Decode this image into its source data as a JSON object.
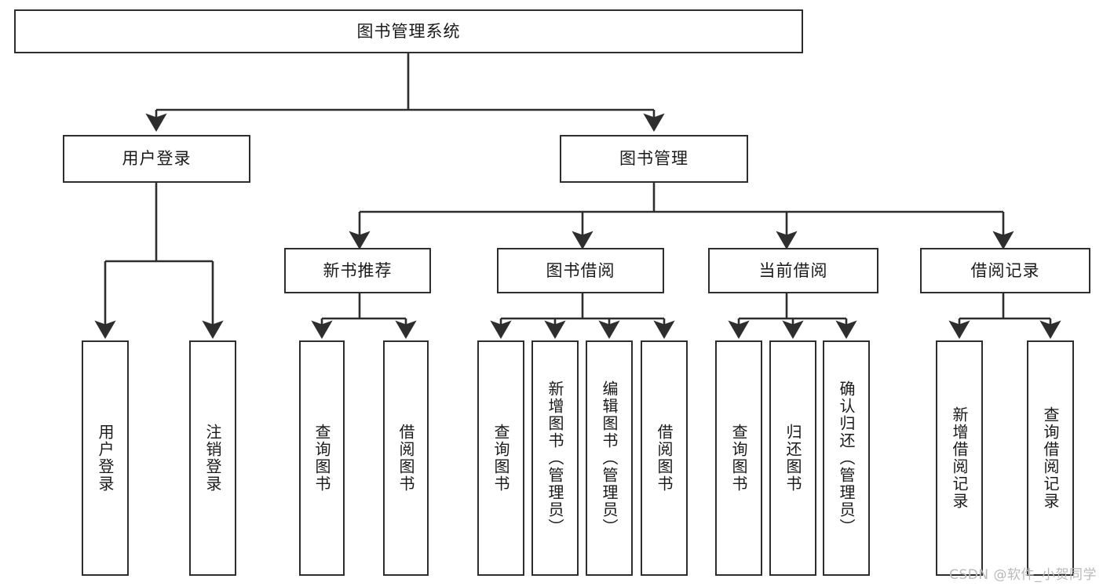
{
  "diagram": {
    "title": "图书管理系统",
    "type": "tree",
    "watermark": "CSDN @软件_小贺同学",
    "colors": {
      "box_border": "#2e2e2e",
      "box_fill": "#ffffff",
      "connector": "#2e2e2e",
      "text": "#1a1a1a",
      "watermark": "#b9b9b9"
    },
    "nodes": {
      "root": {
        "label": "图书管理系统"
      },
      "level2": [
        {
          "id": "user-login",
          "label": "用户登录"
        },
        {
          "id": "book-manage",
          "label": "图书管理"
        }
      ],
      "level3": [
        {
          "id": "new-book-recommend",
          "label": "新书推荐"
        },
        {
          "id": "book-borrow",
          "label": "图书借阅"
        },
        {
          "id": "current-borrow",
          "label": "当前借阅"
        },
        {
          "id": "borrow-record",
          "label": "借阅记录"
        }
      ],
      "leaves": {
        "user-login": [
          {
            "id": "leaf-user-login",
            "label": "用户登录"
          },
          {
            "id": "leaf-logout",
            "label": "注销登录"
          }
        ],
        "new-book-recommend": [
          {
            "id": "leaf-query-book-1",
            "label": "查询图书"
          },
          {
            "id": "leaf-borrow-book-1",
            "label": "借阅图书"
          }
        ],
        "book-borrow": [
          {
            "id": "leaf-query-book-2",
            "label": "查询图书"
          },
          {
            "id": "leaf-add-book",
            "label": "新增图书（管理员）"
          },
          {
            "id": "leaf-edit-book",
            "label": "编辑图书（管理员）"
          },
          {
            "id": "leaf-borrow-book-2",
            "label": "借阅图书"
          }
        ],
        "current-borrow": [
          {
            "id": "leaf-query-book-3",
            "label": "查询图书"
          },
          {
            "id": "leaf-return-book",
            "label": "归还图书"
          },
          {
            "id": "leaf-confirm-return",
            "label": "确认归还（管理员）"
          }
        ],
        "borrow-record": [
          {
            "id": "leaf-add-record",
            "label": "新增借阅记录"
          },
          {
            "id": "leaf-query-record",
            "label": "查询借阅记录"
          }
        ]
      }
    }
  }
}
